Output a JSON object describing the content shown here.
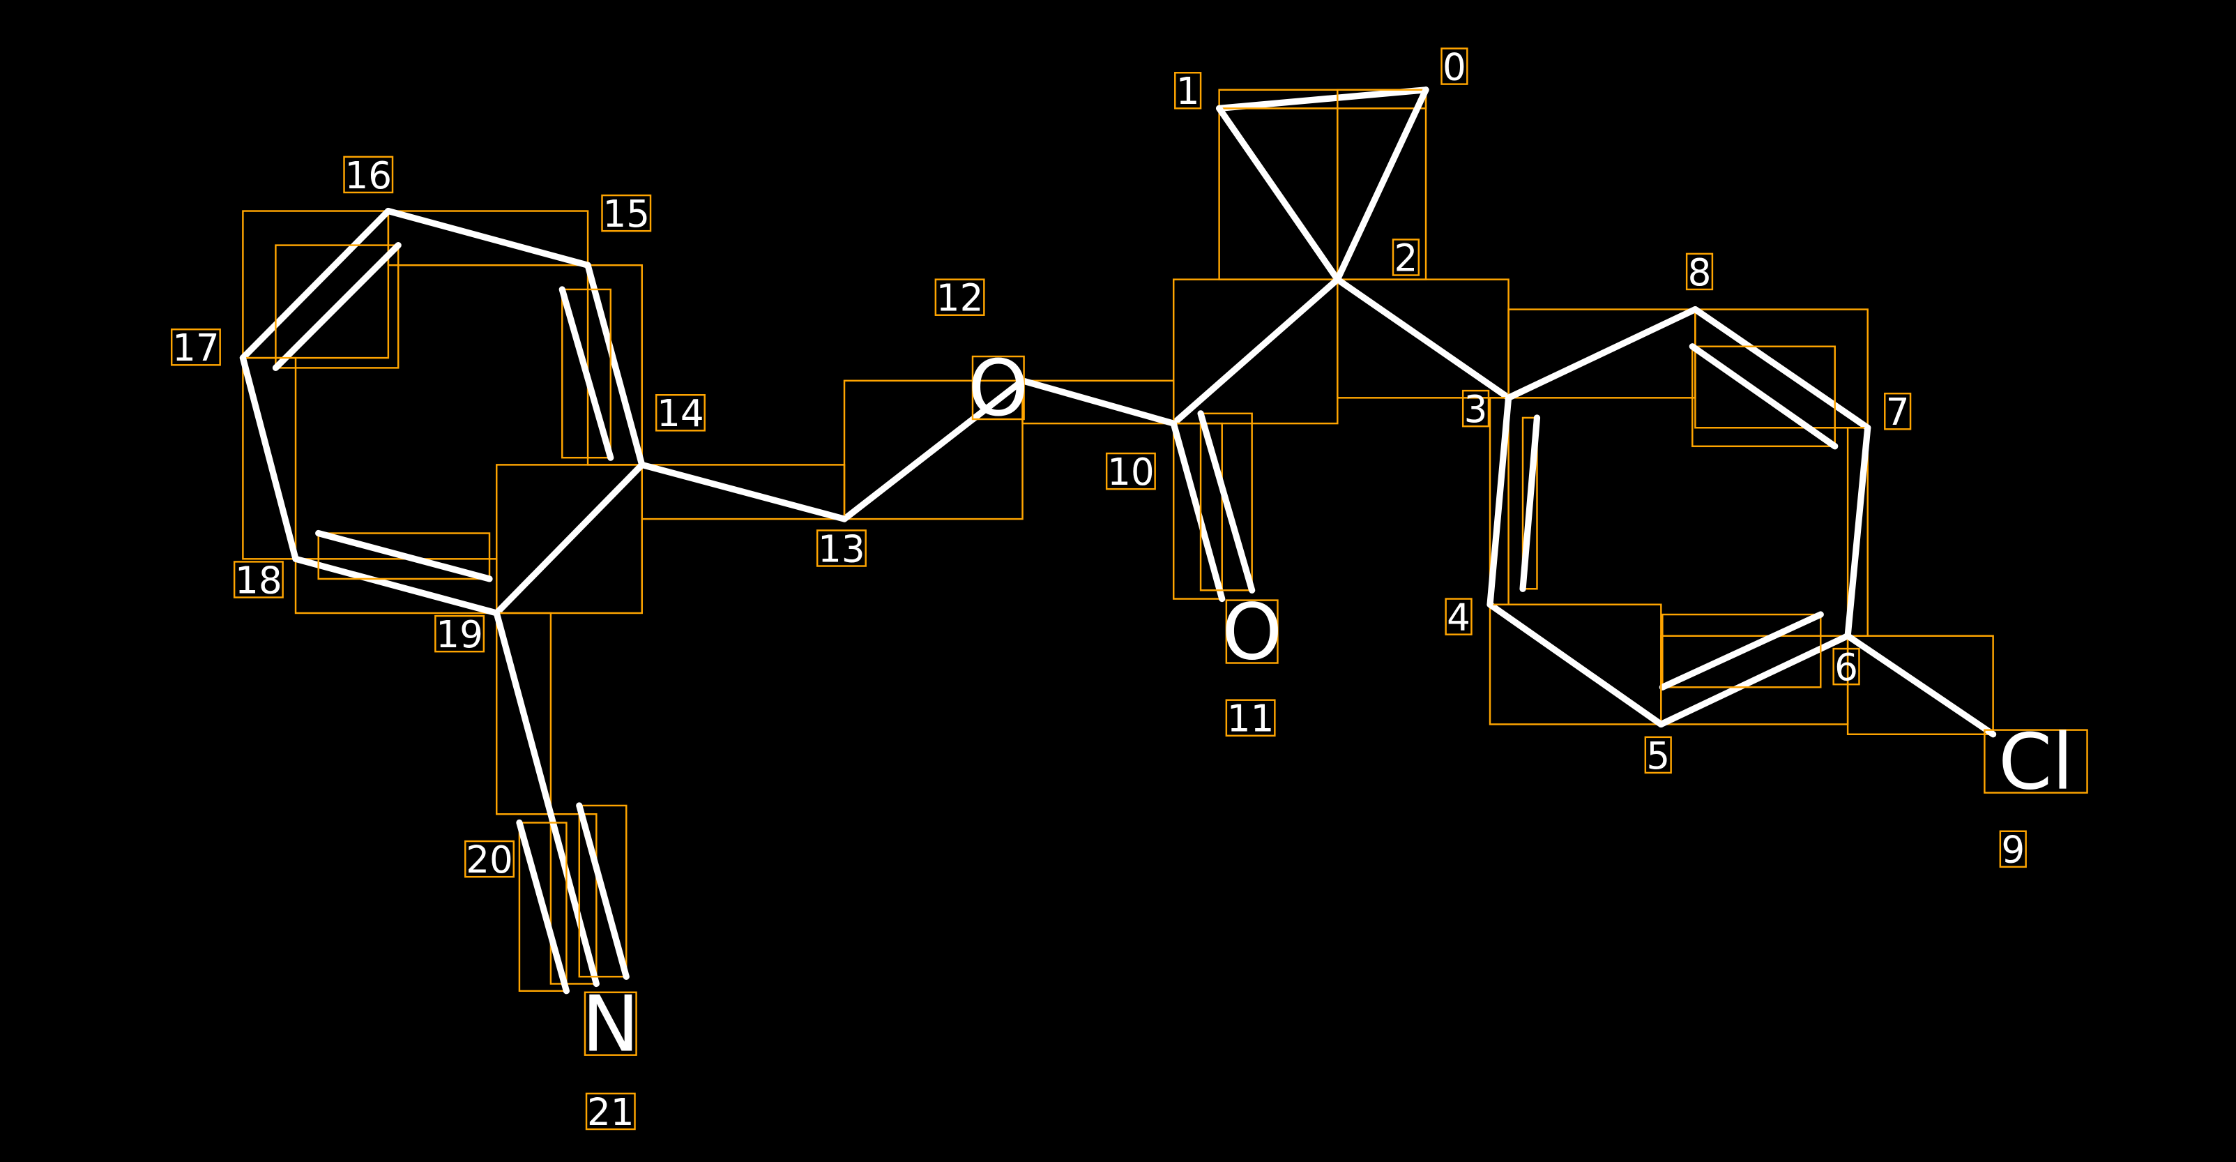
{
  "diagram": {
    "type": "molecule-graph",
    "colors": {
      "background": "#000000",
      "bond": "#FFFFFF",
      "box": "#FFA500"
    },
    "atoms": [
      {
        "index": "0",
        "symbol": ""
      },
      {
        "index": "1",
        "symbol": ""
      },
      {
        "index": "2",
        "symbol": ""
      },
      {
        "index": "3",
        "symbol": ""
      },
      {
        "index": "4",
        "symbol": ""
      },
      {
        "index": "5",
        "symbol": ""
      },
      {
        "index": "6",
        "symbol": ""
      },
      {
        "index": "7",
        "symbol": ""
      },
      {
        "index": "8",
        "symbol": ""
      },
      {
        "index": "9",
        "symbol": "Cl"
      },
      {
        "index": "10",
        "symbol": ""
      },
      {
        "index": "11",
        "symbol": "O"
      },
      {
        "index": "12",
        "symbol": "O"
      },
      {
        "index": "13",
        "symbol": ""
      },
      {
        "index": "14",
        "symbol": ""
      },
      {
        "index": "15",
        "symbol": ""
      },
      {
        "index": "16",
        "symbol": ""
      },
      {
        "index": "17",
        "symbol": ""
      },
      {
        "index": "18",
        "symbol": ""
      },
      {
        "index": "19",
        "symbol": ""
      },
      {
        "index": "20",
        "symbol": ""
      },
      {
        "index": "21",
        "symbol": "N"
      }
    ],
    "bonds": [
      {
        "a": 0,
        "b": 1,
        "order": 1
      },
      {
        "a": 1,
        "b": 2,
        "order": 1
      },
      {
        "a": 0,
        "b": 2,
        "order": 1
      },
      {
        "a": 2,
        "b": 3,
        "order": 1
      },
      {
        "a": 2,
        "b": 10,
        "order": 1
      },
      {
        "a": 3,
        "b": 8,
        "order": 1
      },
      {
        "a": 8,
        "b": 7,
        "order": 2
      },
      {
        "a": 7,
        "b": 6,
        "order": 1
      },
      {
        "a": 6,
        "b": 5,
        "order": 2
      },
      {
        "a": 5,
        "b": 4,
        "order": 1
      },
      {
        "a": 4,
        "b": 3,
        "order": 2
      },
      {
        "a": 6,
        "b": 9,
        "order": 1
      },
      {
        "a": 10,
        "b": 11,
        "order": 2
      },
      {
        "a": 10,
        "b": 12,
        "order": 1
      },
      {
        "a": 12,
        "b": 13,
        "order": 1
      },
      {
        "a": 13,
        "b": 14,
        "order": 1
      },
      {
        "a": 14,
        "b": 15,
        "order": 2
      },
      {
        "a": 15,
        "b": 16,
        "order": 1
      },
      {
        "a": 16,
        "b": 17,
        "order": 2
      },
      {
        "a": 17,
        "b": 18,
        "order": 1
      },
      {
        "a": 18,
        "b": 19,
        "order": 2
      },
      {
        "a": 19,
        "b": 14,
        "order": 1
      },
      {
        "a": 19,
        "b": 20,
        "order": 1
      },
      {
        "a": 20,
        "b": 21,
        "order": 3
      }
    ]
  }
}
